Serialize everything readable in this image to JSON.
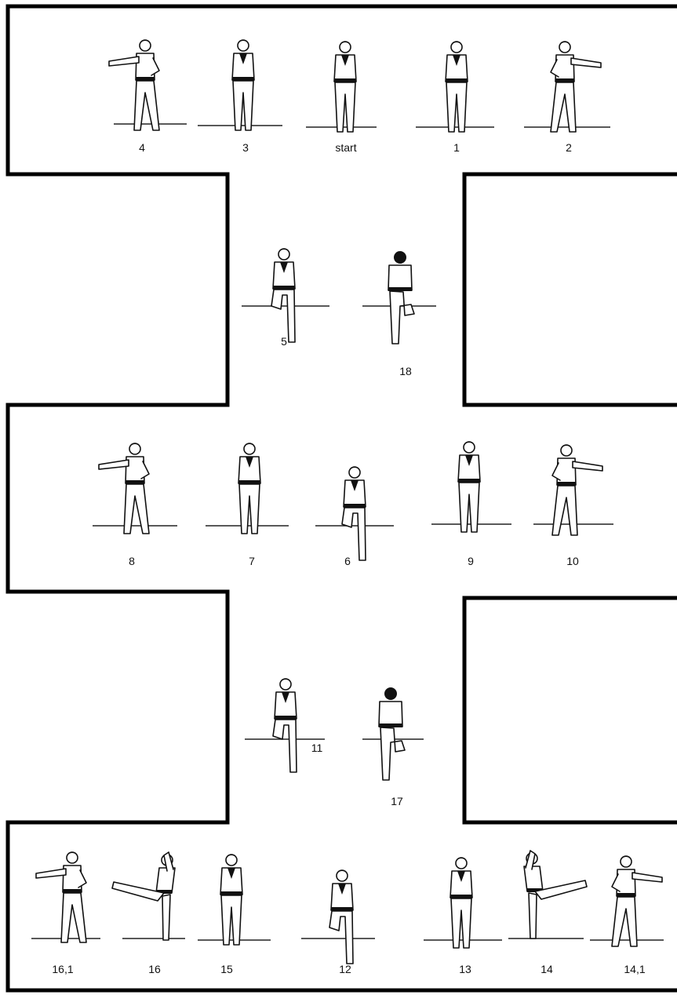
{
  "diagram": {
    "labels": {
      "start": "start",
      "p1": "1",
      "p2": "2",
      "p3": "3",
      "p4": "4",
      "p5": "5",
      "p6": "6",
      "p7": "7",
      "p8": "8",
      "p9": "9",
      "p10": "10",
      "p11": "11",
      "p12": "12",
      "p13": "13",
      "p14": "14",
      "p14_1": "14,1",
      "p15": "15",
      "p16": "16",
      "p16_1": "16,1",
      "p17": "17",
      "p18": "18"
    }
  }
}
